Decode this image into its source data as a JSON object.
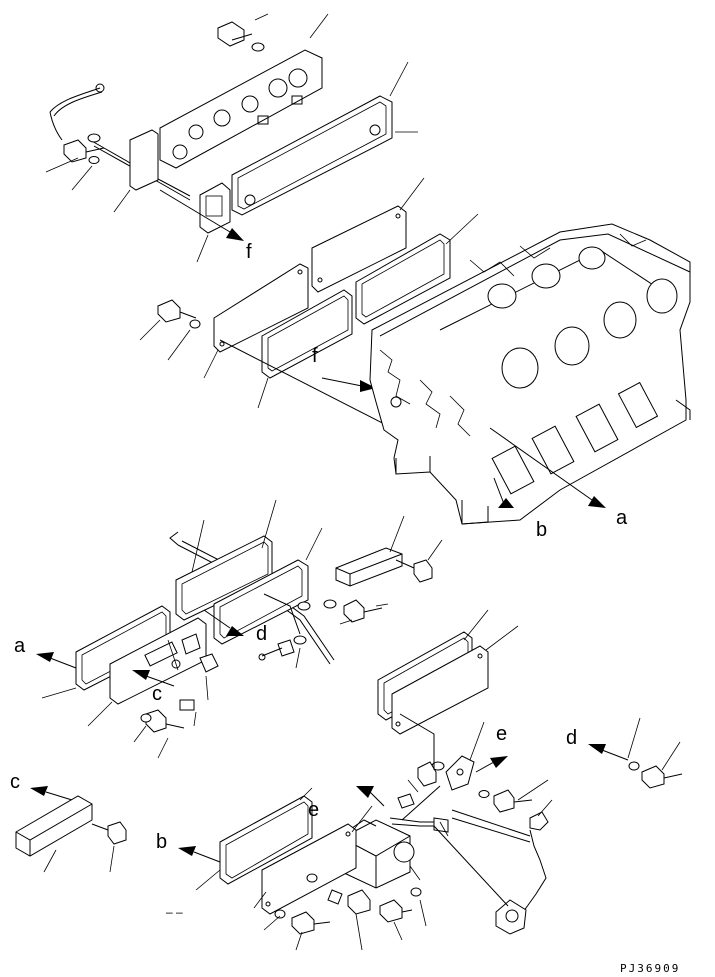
{
  "labels": {
    "f_top": "f",
    "f_mid": "f",
    "a_block": "a",
    "b_block": "b",
    "d_mid": "d",
    "a_left": "a",
    "c_mid": "c",
    "c_left": "c",
    "b_low": "b",
    "e_low": "e",
    "e_right": "e",
    "d_right": "d"
  },
  "footer": {
    "reference_code": "PJ36909",
    "dash_marks": "– –"
  }
}
